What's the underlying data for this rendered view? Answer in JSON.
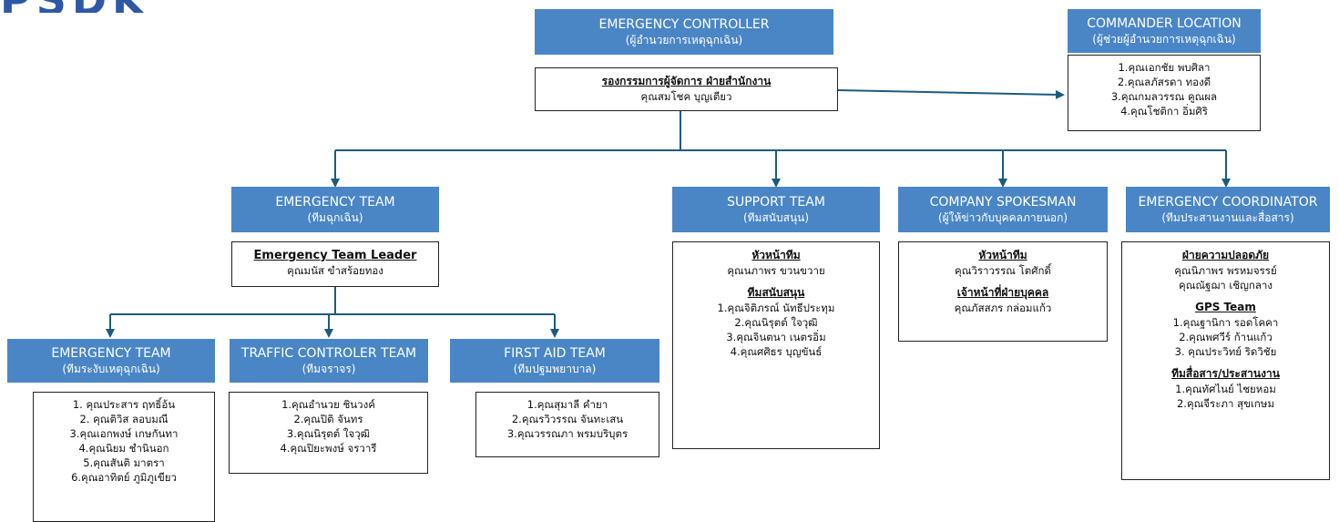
{
  "logo_text": "PSDK",
  "colors": {
    "header_fill": "#4a86c6",
    "connector": "#1c5b80",
    "logo": "#2e58a6"
  },
  "controller": {
    "title": "EMERGENCY CONTROLLER",
    "subtitle": "(ผู้อำนวยการเหตุฉุกเฉิน)",
    "role": "รองกรรมการผู้จัดการ ฝ่ายสำนักงาน",
    "name": "คุณสมโชค บุญเตียว"
  },
  "commander": {
    "title": "COMMANDER LOCATION",
    "subtitle": "(ผู้ช่วยผู้อำนวยการเหตุฉุกเฉิน)",
    "members": [
      "1.คุณเอกชัย พบศิลา",
      "2.คุณลภัสรดา ทองดี",
      "3.คุณกมลวรรณ คูณผล",
      "4.คุณโชติกา อิ่มศิริ"
    ]
  },
  "emergency_team": {
    "title": "EMERGENCY TEAM",
    "subtitle": "(ทีมฉุกเฉิน)",
    "leader_label": "Emergency Team Leader",
    "leader_name": "คุณมนัส ขำสร้อยทอง"
  },
  "support_team": {
    "title": "SUPPORT TEAM",
    "subtitle": "(ทีมสนับสนุน)",
    "head_label": "หัวหน้าทีม",
    "head_name": "คุณนภาพร ขวนขวาย",
    "group_label": "ทีมสนับสนุน",
    "members": [
      "1.คุณจิติภรณ์ นัทธีประทุม",
      "2.คุณนิรุตต์ ใจวุฒิ",
      "3.คุณจินตนา เนตรอิ่ม",
      "4.คุณศศิธร บุญขันธ์"
    ]
  },
  "spokesman": {
    "title": "COMPANY SPOKESMAN",
    "subtitle": "(ผู้ให้ข่าวกับบุคคลภายนอก)",
    "head_label": "หัวหน้าทีม",
    "head_name": "คุณวิราวรรณ โตศักดิ์",
    "officer_label": "เจ้าหน้าที่ฝ่ายบุคคล",
    "officer_name": "คุณภัสสภร กล่อมแก้ว"
  },
  "coordinator": {
    "title": "EMERGENCY COORDINATOR",
    "subtitle": "(ทีมประสานงานและสื่อสาร)",
    "safety_label": "ฝ่ายความปลอดภัย",
    "safety_members": [
      "คุณนิภาพร พรหมจรรย์",
      "คุณณัฐฌา เชิญกลาง"
    ],
    "gps_label": "GPS Team",
    "gps_members": [
      "1.คุณฐานิกา รอดโคคา",
      "2.คุณพศวีร์ ก้านแก้ว",
      "3. คุณประวิทย์ ริดวิชัย"
    ],
    "comm_label": "ทีมสื่อสาร/ประสานงาน",
    "comm_members": [
      "1.คุณทัศไนย์ ไชยหอม",
      "2.คุณจีระภา สุขเกษม"
    ]
  },
  "emergency_response": {
    "title": "EMERGENCY TEAM",
    "subtitle": "(ทีมระงับเหตุฉุกเฉิน)",
    "members": [
      "1. คุณประสาร ฤทธิ์อ้น",
      "2. คุณติวิส ลอบมณี",
      "3.คุณเอกพงษ์ เกษกันทา",
      "4.คุณนิยม ชำนินอก",
      "5.คุณสันติ มาตรา",
      "6.คุณอาทิตย์ ภูมิภูเขียว"
    ]
  },
  "traffic_team": {
    "title": "TRAFFIC CONTROLER TEAM",
    "subtitle": "(ทีมจราจร)",
    "members": [
      "1.คุณอำนวย ชินวงค์",
      "2.คุณปิติ จันทร",
      "3.คุณนิรุตต์ ใจวุฒิ",
      "4.คุณปิยะพงษ์ จรวารี"
    ]
  },
  "first_aid_team": {
    "title": "FIRST AID TEAM",
    "subtitle": "(ทีมปฐมพยาบาล)",
    "members": [
      "1.คุณสุมาลี คำยา",
      "2.คุณรวิวรรณ จันทะเสน",
      "3.คุณวรรณภา พรมบริบุตร"
    ]
  }
}
